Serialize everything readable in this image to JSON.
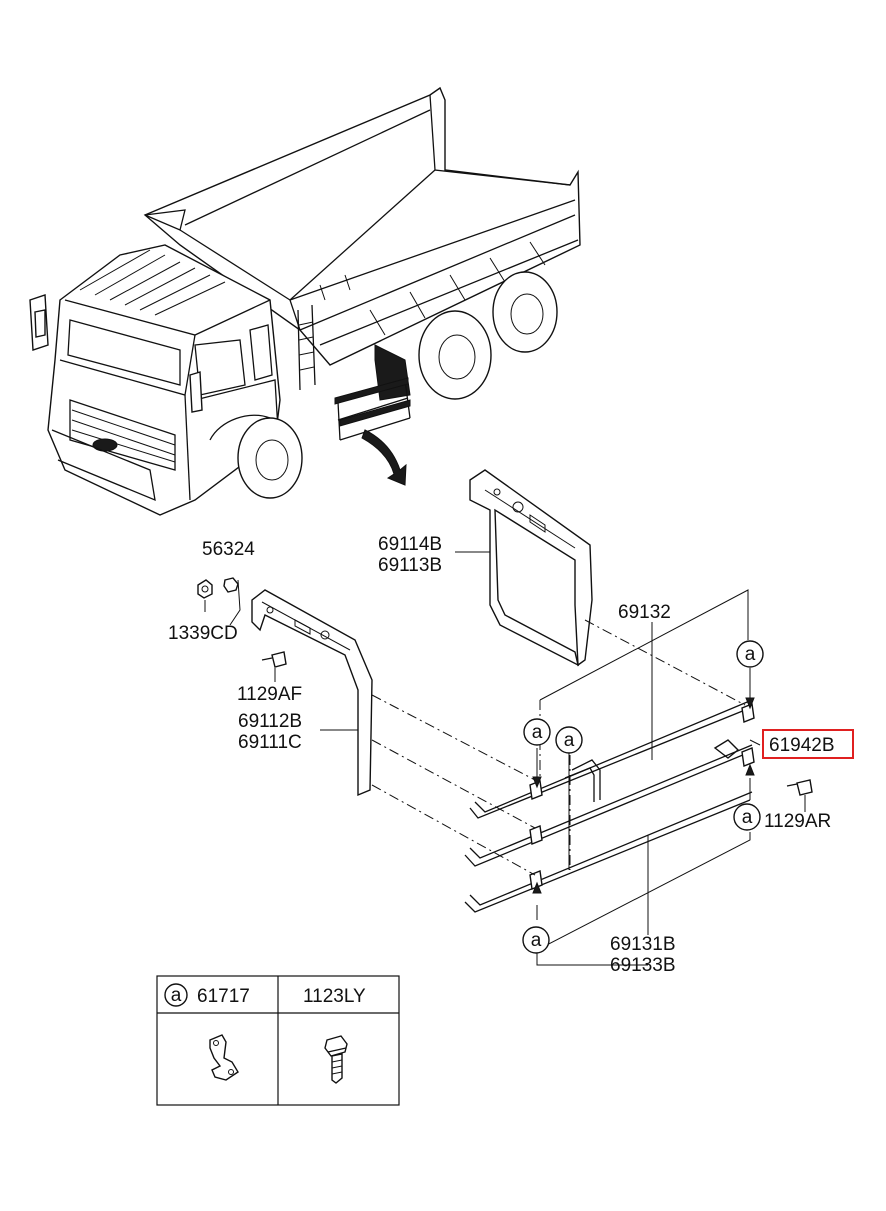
{
  "parts": {
    "p56324": "56324",
    "p1339CD": "1339CD",
    "p1129AF": "1129AF",
    "p69112B": "69112B",
    "p69111C": "69111C",
    "p69114B": "69114B",
    "p69113B": "69113B",
    "p69132": "69132",
    "p61942B": "61942B",
    "p1129AR": "1129AR",
    "p69131B": "69131B",
    "p69133B": "69133B"
  },
  "callout_marker": "a",
  "highlight_color": "#e02020",
  "legend": {
    "col1_marker": "a",
    "col1_part": "61717",
    "col2_part": "1123LY"
  }
}
